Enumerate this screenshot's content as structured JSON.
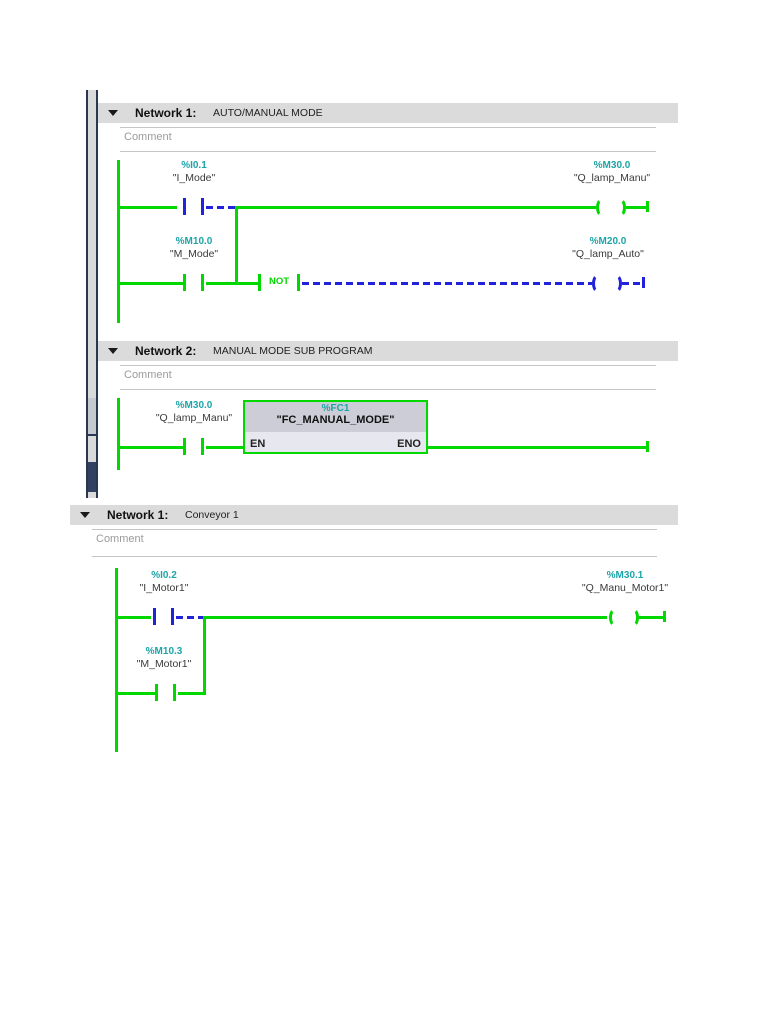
{
  "colors": {
    "power_flow_green": "#00d800",
    "no_flow_blue": "#2222dd",
    "address_teal": "#1ca4a8",
    "network_header_gray": "#dbdbdb"
  },
  "windows": [
    {
      "networks": [
        {
          "label": "Network 1:",
          "title": "AUTO/MANUAL MODE",
          "comment": "Comment",
          "elements": {
            "contact1": {
              "address": "%I0.1",
              "name": "\"I_Mode\""
            },
            "coil1": {
              "address": "%M30.0",
              "name": "\"Q_lamp_Manu\""
            },
            "contact2": {
              "address": "%M10.0",
              "name": "\"M_Mode\""
            },
            "not_label": "NOT",
            "coil2": {
              "address": "%M20.0",
              "name": "\"Q_lamp_Auto\""
            }
          }
        },
        {
          "label": "Network 2:",
          "title": "MANUAL MODE SUB PROGRAM",
          "comment": "Comment",
          "elements": {
            "contact1": {
              "address": "%M30.0",
              "name": "\"Q_lamp_Manu\""
            },
            "block": {
              "address": "%FC1",
              "name": "\"FC_MANUAL_MODE\"",
              "en": "EN",
              "eno": "ENO"
            }
          }
        }
      ]
    },
    {
      "networks": [
        {
          "label": "Network 1:",
          "title": "Conveyor 1",
          "comment": "Comment",
          "elements": {
            "contact1": {
              "address": "%I0.2",
              "name": "\"I_Motor1\""
            },
            "contact2": {
              "address": "%M10.3",
              "name": "\"M_Motor1\""
            },
            "coil1": {
              "address": "%M30.1",
              "name": "\"Q_Manu_Motor1\""
            }
          }
        }
      ]
    }
  ]
}
